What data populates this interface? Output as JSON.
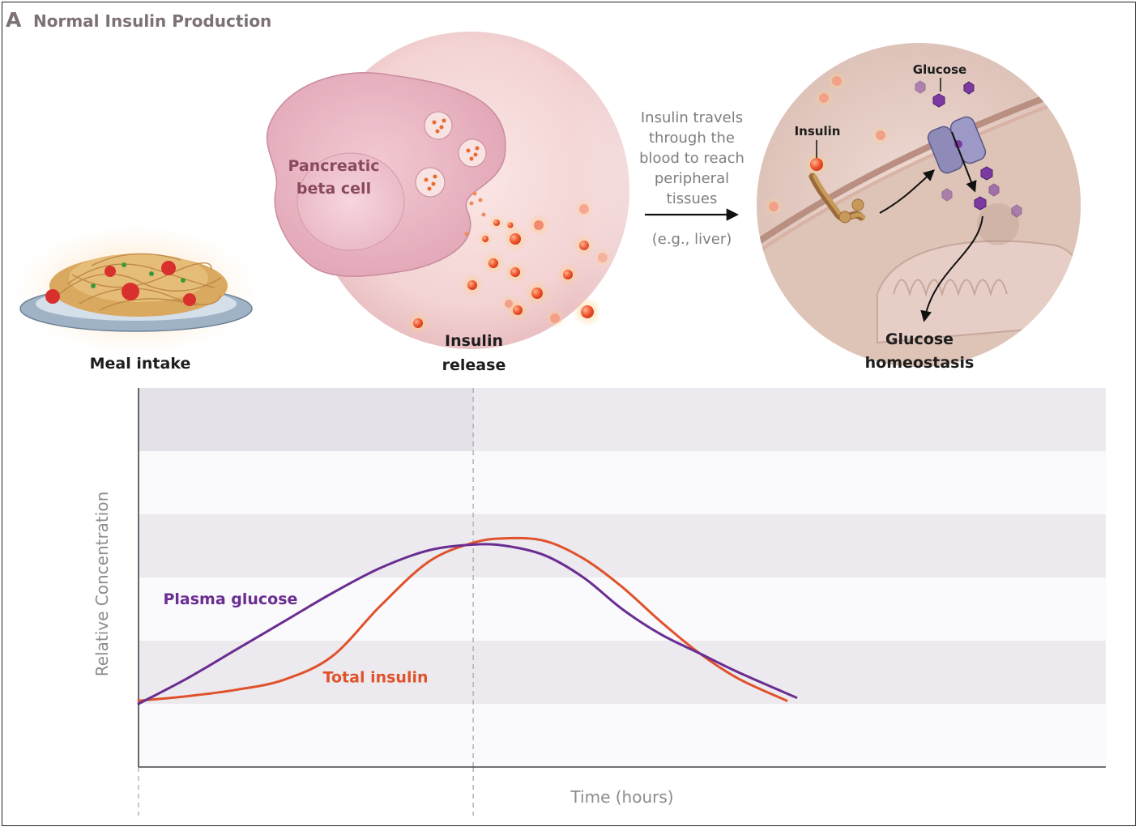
{
  "panel": {
    "letter": "A",
    "title": "Normal Insulin Production"
  },
  "illustration": {
    "meal_label": "Meal intake",
    "cell_label_line1": "Pancreatic",
    "cell_label_line2": "beta cell",
    "release_label_line1": "Insulin",
    "release_label_line2": "release",
    "travel_lines": [
      "Insulin travels",
      "through the",
      "blood to reach",
      "peripheral",
      "tissues"
    ],
    "travel_example": "(e.g., liver)",
    "tissue_insulin_label": "Insulin",
    "tissue_glucose_label": "Glucose",
    "homeostasis_line1": "Glucose",
    "homeostasis_line2": "homeostasis"
  },
  "colors": {
    "glucose": "#6a2d91",
    "insulin": "#e0522c",
    "band_dark": "#eceaee",
    "band_light": "#faf9fb",
    "cell_pink": "#eab5c2",
    "granule": "#f26b3a"
  },
  "chart_data": {
    "type": "line",
    "xlabel": "Time (hours)",
    "ylabel": "Relative Concentration",
    "xlim": [
      0,
      1
    ],
    "ylim": [
      0,
      6
    ],
    "grid": "horizontal bands",
    "meal_marker_x": 0.346,
    "series": [
      {
        "name": "Plasma glucose",
        "x": [
          0,
          0.05,
          0.1,
          0.15,
          0.2,
          0.25,
          0.3,
          0.346,
          0.38,
          0.42,
          0.46,
          0.5,
          0.54,
          0.58,
          0.62,
          0.68
        ],
        "y": [
          1.0,
          1.4,
          1.85,
          2.3,
          2.75,
          3.15,
          3.43,
          3.52,
          3.5,
          3.35,
          3.0,
          2.5,
          2.1,
          1.8,
          1.5,
          1.1
        ]
      },
      {
        "name": "Total insulin",
        "x": [
          0,
          0.05,
          0.1,
          0.15,
          0.2,
          0.25,
          0.3,
          0.346,
          0.38,
          0.42,
          0.46,
          0.5,
          0.54,
          0.58,
          0.62,
          0.67
        ],
        "y": [
          1.05,
          1.12,
          1.22,
          1.38,
          1.75,
          2.55,
          3.25,
          3.55,
          3.62,
          3.58,
          3.3,
          2.85,
          2.3,
          1.8,
          1.4,
          1.05
        ]
      }
    ]
  }
}
